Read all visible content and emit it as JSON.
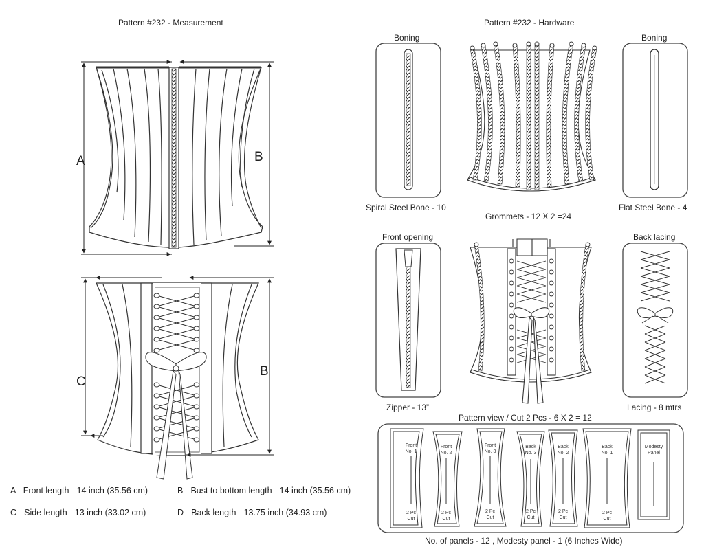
{
  "left_title": "Pattern #232 -  Measurement",
  "right_title": "Pattern #232 -  Hardware",
  "letters": {
    "a": "A",
    "b": "B",
    "c": "C"
  },
  "legend": {
    "a": "A - Front length - 14 inch (35.56 cm)",
    "b": "B - Bust to bottom length - 14 inch (35.56 cm)",
    "c": "C - Side length - 13 inch (33.02 cm)",
    "d": "D - Back length - 13.75 inch (34.93 cm)"
  },
  "hardware": {
    "boning_left_label": "Boning",
    "boning_right_label": "Boning",
    "spiral_caption": "Spiral Steel Bone - 10",
    "flat_caption": "Flat Steel Bone - 4",
    "grommets_caption": "Grommets - 12 X 2 =24",
    "front_opening_label": "Front opening",
    "zipper_caption": "Zipper - 13”",
    "back_lacing_label": "Back lacing",
    "lacing_caption": "Lacing - 8 mtrs"
  },
  "pattern_view": {
    "title": "Pattern view  /  Cut 2 Pcs - 6 X 2 = 12",
    "footer": "No. of panels - 12  , Modesty panel - 1 (6 Inches Wide)",
    "pieces": [
      {
        "name_line1": "Front",
        "name_line2": "No. 1",
        "cut_line1": "2 Pc",
        "cut_line2": "Cut"
      },
      {
        "name_line1": "Front",
        "name_line2": "No. 2",
        "cut_line1": "2 Pc",
        "cut_line2": "Cut"
      },
      {
        "name_line1": "Front",
        "name_line2": "No. 3",
        "cut_line1": "2 Pc",
        "cut_line2": "Cut"
      },
      {
        "name_line1": "Back",
        "name_line2": "No. 3",
        "cut_line1": "2 Pc",
        "cut_line2": "Cut"
      },
      {
        "name_line1": "Back",
        "name_line2": "No. 2",
        "cut_line1": "2 Pc",
        "cut_line2": "Cut"
      },
      {
        "name_line1": "Back",
        "name_line2": "No. 1",
        "cut_line1": "2 Pc",
        "cut_line2": "Cut"
      },
      {
        "name_line1": "Modesty",
        "name_line2": "Panel",
        "cut_line1": "",
        "cut_line2": ""
      }
    ]
  }
}
